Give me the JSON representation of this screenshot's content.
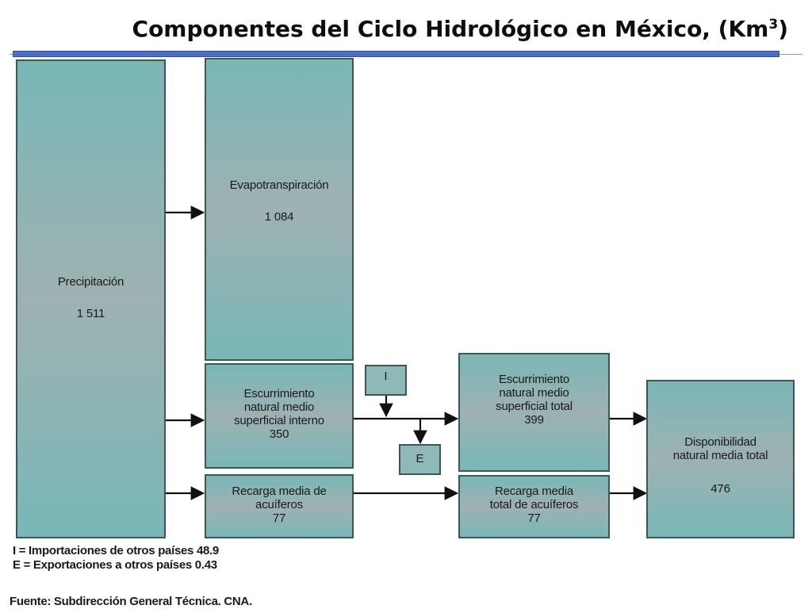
{
  "title": {
    "text": "Componentes del Ciclo Hidrológico en México, (Km",
    "superscript": "3",
    "closing": ")"
  },
  "nodes": {
    "precipitacion": {
      "label": "Precipitación",
      "value": "1 511"
    },
    "evapotranspiracion": {
      "label": "Evapotranspiración",
      "value": "1 084"
    },
    "escurrimiento_interno": {
      "label": "Escurrimiento\nnatural medio\nsuperficial interno",
      "value": "350"
    },
    "recarga_acuiferos": {
      "label": "Recarga media de\nacuíferos",
      "value": "77"
    },
    "importaciones": {
      "label": "I"
    },
    "exportaciones": {
      "label": "E"
    },
    "escurrimiento_total": {
      "label": "Escurrimiento\nnatural medio\nsuperficial total",
      "value": "399"
    },
    "recarga_total": {
      "label": "Recarga media\ntotal de  acuíferos",
      "value": "77"
    },
    "disponibilidad": {
      "label": "Disponibilidad\nnatural media total",
      "value": "476"
    }
  },
  "notes": {
    "imports": "I = Importaciones de otros países 48.9",
    "exports": "E = Exportaciones a otros países 0.43"
  },
  "source": "Fuente: Subdirección General Técnica. CNA.",
  "colors": {
    "box_fill": "#79b7b7",
    "box_border": "#3e5658",
    "header_bar": "#4a6fcb"
  }
}
